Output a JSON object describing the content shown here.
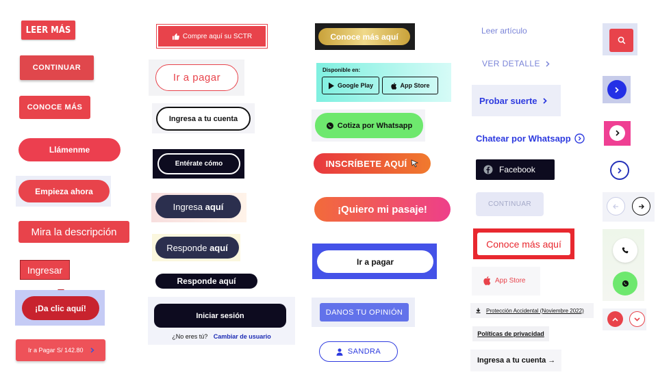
{
  "col1": {
    "leer_mas": "LEER MÁS",
    "continuar": "CONTINUAR",
    "conoce_mas": "CONOCE MÁS",
    "llamenme": "Llámenme",
    "empieza_ahora": "Empieza ahora",
    "mira_descripcion": "Mira la descripción",
    "ingresar": "Ingresar",
    "da_clic": "¡Da clic aquí!",
    "ir_a_pagar": "Ir a Pagar S/ 142.80"
  },
  "col2": {
    "sctr": "Compre aquí su SCTR",
    "ir_a_pagar": "Ir a pagar",
    "ingresa_cuenta": "Ingresa a tu cuenta",
    "enterate": "Entérate cómo",
    "ingresa_aqui_a": "Ingresa ",
    "ingresa_aqui_b": "aquí",
    "responde_aqui_a": "Responde ",
    "responde_aqui_b": "aquí",
    "responde_aqui_full": "Responde aquí",
    "iniciar_sesion": "Iniciar sesión",
    "no_eres_tu": "¿No eres tú?",
    "cambiar_usuario": "Cambiar de usuario"
  },
  "col3": {
    "conoce_mas_aqui": "Conoce más aquí",
    "disponible_en": "Disponible en:",
    "google_play": "Google Play",
    "app_store": "App Store",
    "cotiza_whatsapp": "Cotiza por Whatsapp",
    "inscribete": "INSCRÍBETE AQUÍ",
    "quiero_pasaje": "¡Quiero mi pasaje!",
    "ir_a_pagar": "Ir a pagar",
    "danos_opinion": "DANOS TU OPINIÓN",
    "sandra": "SANDRA"
  },
  "col4": {
    "leer_articulo": "Leer artículo",
    "ver_detalle": "VER DETALLE",
    "probar_suerte": "Probar suerte",
    "chatear_whatsapp": "Chatear por Whatsapp",
    "facebook": "Facebook",
    "continuar": "CONTINUAR",
    "conoce_mas_aqui": "Conoce más aquí",
    "app_store": "App Store",
    "proteccion": "Protección Accidental (Noviembre 2022)",
    "politicas": "Políticas de privacidad",
    "ingresa_cuenta": "Ingresa a tu cuenta →"
  },
  "colors": {
    "red": "#e8434b",
    "dark": "#0d0b1f",
    "navy": "#2b2f4e",
    "blue": "#2d3adf",
    "whatsapp": "#6ee86e",
    "light_lavender": "#eceef8"
  },
  "icons": [
    "thumbs-up-icon",
    "google-play-icon",
    "apple-icon",
    "whatsapp-icon",
    "cursor-icon",
    "user-icon",
    "chevron-right-icon",
    "facebook-icon",
    "download-icon",
    "search-icon",
    "arrow-left-icon",
    "arrow-right-icon",
    "phone-icon",
    "chevron-up-icon",
    "chevron-down-icon"
  ]
}
